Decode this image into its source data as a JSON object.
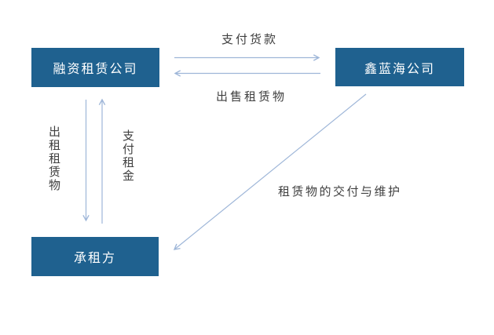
{
  "diagram": {
    "title": "",
    "nodes": {
      "lessor": {
        "label": "融资租赁公司"
      },
      "xinlanhai": {
        "label": "鑫蓝海公司"
      },
      "lessee": {
        "label": "承租方"
      }
    },
    "edges": {
      "pay_goods": {
        "label": "支付货款",
        "from": "融资租赁公司",
        "to": "鑫蓝海公司",
        "direction": "right"
      },
      "sell_leased": {
        "label": "出售租赁物",
        "from": "鑫蓝海公司",
        "to": "融资租赁公司",
        "direction": "left"
      },
      "lease_out": {
        "label": "出租租赁物",
        "from": "融资租赁公司",
        "to": "承租方",
        "direction": "down"
      },
      "pay_rent": {
        "label": "支付租金",
        "from": "承租方",
        "to": "融资租赁公司",
        "direction": "up"
      },
      "delivery": {
        "label": "租赁物的交付与维护",
        "from": "鑫蓝海公司",
        "to": "承租方",
        "direction": "down-left"
      }
    },
    "colors": {
      "node_fill": "#1f618f",
      "node_text": "#ffffff",
      "connector": "#9eb6d8",
      "label_text": "#404040",
      "background": "#ffffff"
    }
  }
}
